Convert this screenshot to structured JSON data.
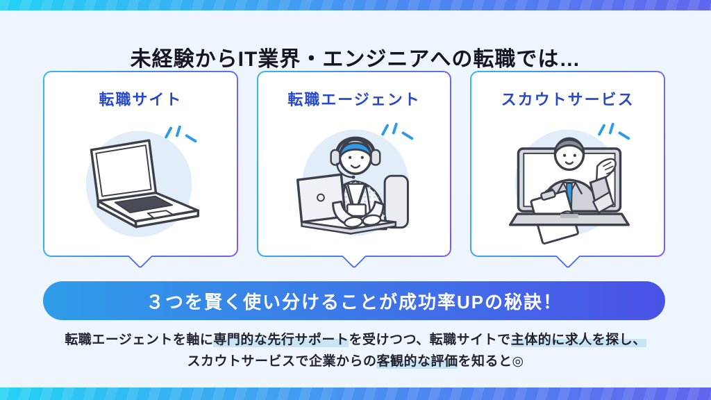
{
  "page_title": "未経験からIT業界・エンジニアへの転職では…",
  "cards": [
    {
      "label": "転職サイト",
      "illustration": "laptop-illustration"
    },
    {
      "label": "転職エージェント",
      "illustration": "agent-at-laptop-illustration"
    },
    {
      "label": "スカウトサービス",
      "illustration": "scout-video-call-illustration"
    }
  ],
  "banner": {
    "text": "３つを賢く使い分けることが成功率UPの秘訣！"
  },
  "description": {
    "line1": [
      {
        "text": "転職エージェントを軸に",
        "highlight": false
      },
      {
        "text": "専門的な先行サポート",
        "highlight": true
      },
      {
        "text": "を受けつつ、転職サイトで",
        "highlight": false
      },
      {
        "text": "主体的に求人を探し、",
        "highlight": true
      }
    ],
    "line2": [
      {
        "text": "スカウトサービスで企業からの",
        "highlight": false
      },
      {
        "text": "客観的な評価",
        "highlight": true
      },
      {
        "text": "を知ると◎",
        "highlight": false
      }
    ]
  },
  "colors": {
    "page_background": "#eef5fc",
    "edge_bar_gradient": [
      "#25d2f5",
      "#6066ee"
    ],
    "card_border_gradient": [
      "#38b5f2",
      "#7e5bf0"
    ],
    "card_label_blue": "#2748c8",
    "banner_gradient": [
      "#2f9de9",
      "#4b52e7"
    ],
    "banner_text": "#ffffff",
    "highlight_marker": "#c8e4f7",
    "illustration_circle": "#e1edf9",
    "sparkle_blue": "#2e9ae8",
    "body_text": "#22232d"
  }
}
